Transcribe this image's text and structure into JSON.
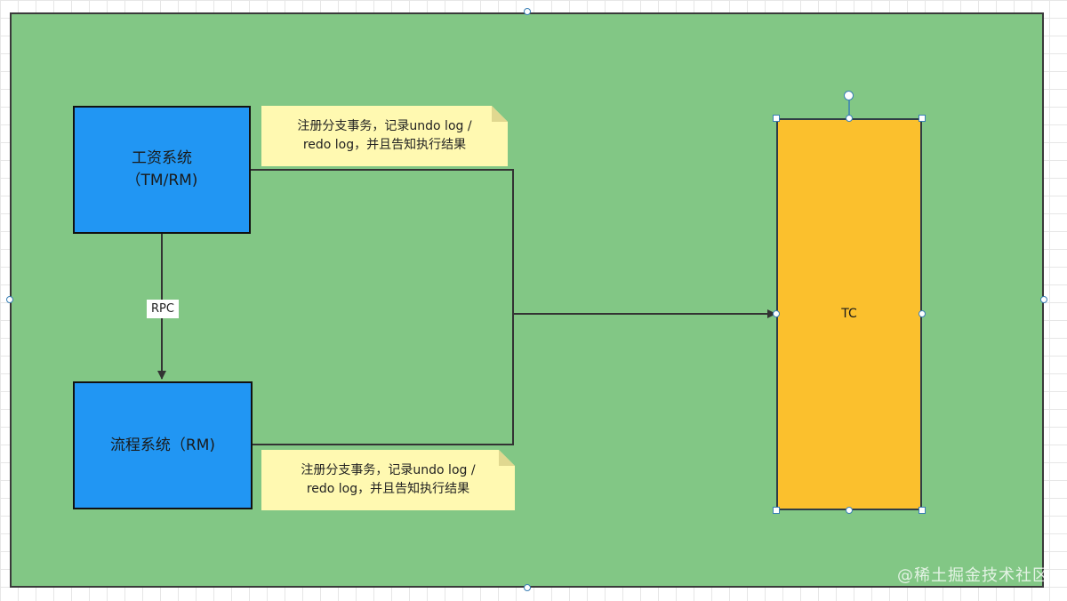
{
  "colors": {
    "container_fill": "#82c785",
    "system_box_fill": "#2196f3",
    "tc_fill": "#fbc02d",
    "note_fill": "#fff9b1",
    "note_fold": "#e0d890",
    "line": "#333333",
    "handle_border": "#3a7fb5",
    "rotate_stem": "#3a7fb5"
  },
  "diagram": {
    "salary_system": {
      "label": "工资系统\n（TM/RM)"
    },
    "process_system": {
      "label": "流程系统（RM)"
    },
    "tc": {
      "label": "TC"
    },
    "rpc_edge": {
      "label": "RPC"
    },
    "note_top": {
      "text": "注册分支事务，记录undo log /\nredo log，并且告知执行结果"
    },
    "note_bottom": {
      "text": "注册分支事务，记录undo log /\nredo log，并且告知执行结果"
    }
  },
  "watermark": {
    "text": "@稀土掘金技术社区"
  }
}
